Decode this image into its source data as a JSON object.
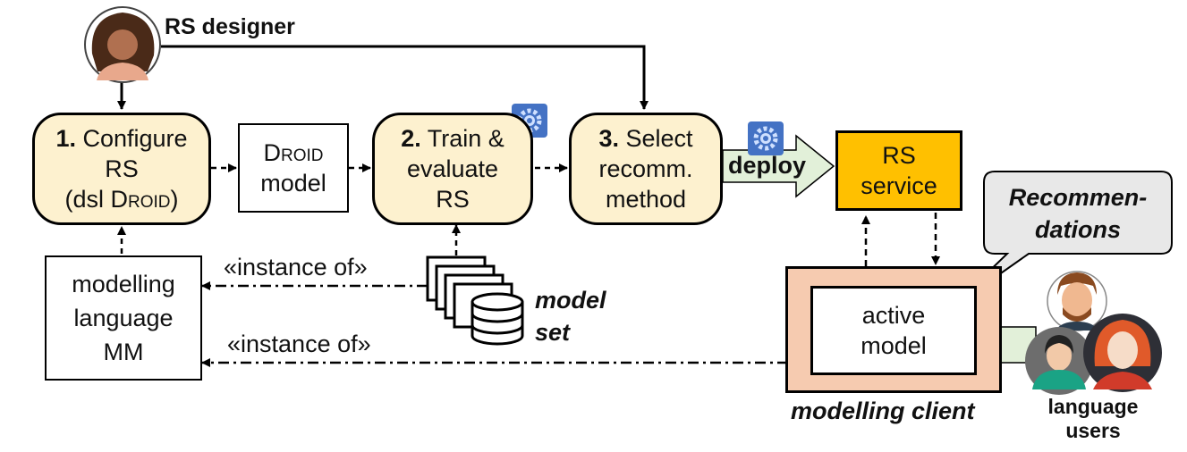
{
  "designer": {
    "label": "RS designer"
  },
  "steps": {
    "configure": {
      "num": "1.",
      "line1": "Configure",
      "line2": "RS",
      "line3_pre": "(dsl ",
      "line3_sc": "Droid",
      "line3_post": ")"
    },
    "train": {
      "num": "2.",
      "line1": "Train &",
      "line2": "evaluate",
      "line3": "RS"
    },
    "select": {
      "num": "3.",
      "line1": "Select",
      "line2": "recomm.",
      "line3": "method"
    }
  },
  "droid_model": {
    "line1_sc": "Droid",
    "line2": "model"
  },
  "deploy": {
    "label": "deploy"
  },
  "rs_service": {
    "line1": "RS",
    "line2": "service"
  },
  "recommendations": {
    "line1": "Recommen-",
    "line2": "dations"
  },
  "metamodel": {
    "line1": "modelling",
    "line2": "language",
    "line3": "MM"
  },
  "instance_of_top": "«instance of»",
  "instance_of_bottom": "«instance of»",
  "model_set": {
    "line1": "model",
    "line2": "set"
  },
  "active_model": {
    "line1": "active",
    "line2": "model"
  },
  "client": {
    "label": "modelling client"
  },
  "users": {
    "line1": "language",
    "line2": "users"
  },
  "colors": {
    "step_fill": "#fdf1cf",
    "service_fill": "#ffc000",
    "client_fill": "#f6cbb0",
    "deploy_fill": "#e2f0d9",
    "gear_fill": "#4472c4"
  }
}
